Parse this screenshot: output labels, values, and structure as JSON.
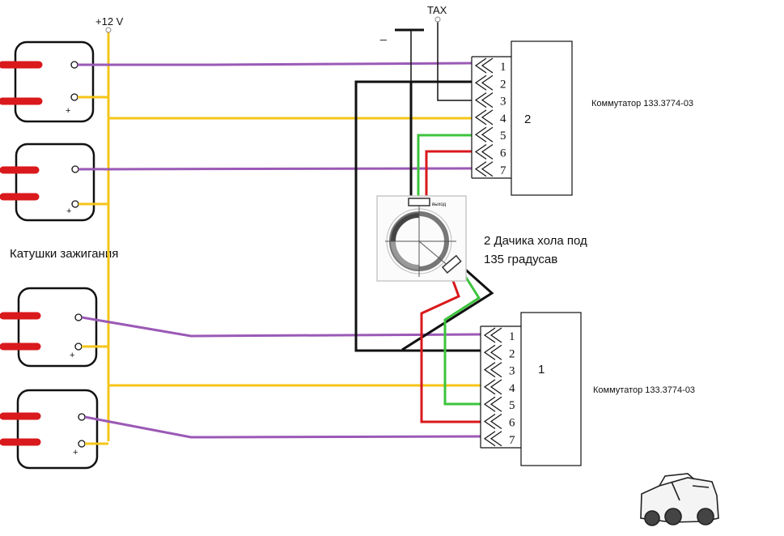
{
  "power_label": "+12 V",
  "tach_label": "TAX",
  "ground_label": "_",
  "coils_label": "Катушки зажигания",
  "coil_plus_label": "+",
  "hall_sensor": {
    "label_line1": "2 Дачика хола под",
    "label_line2": "135 градусав",
    "output_tag": "выход"
  },
  "switch_top": {
    "number": "2",
    "caption": "Коммутатор 133.3774-03",
    "pins": [
      "1",
      "2",
      "3",
      "4",
      "5",
      "6",
      "7"
    ]
  },
  "switch_bottom": {
    "number": "1",
    "caption": "Коммутатор 133.3774-03",
    "pins": [
      "1",
      "2",
      "3",
      "4",
      "5",
      "6",
      "7"
    ]
  },
  "colors": {
    "purple": "#9b59b6",
    "yellow": "#f5c518",
    "red": "#d9191c",
    "green": "#3cc43c",
    "black": "#111111"
  },
  "logo_icon": "truck-icon"
}
